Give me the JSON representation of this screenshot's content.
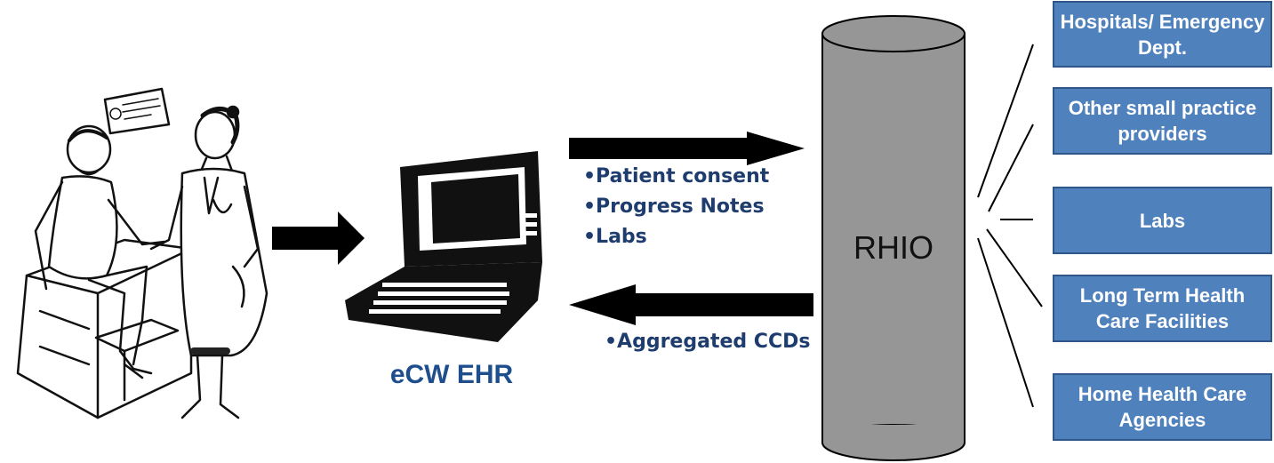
{
  "ehr": {
    "label": "eCW EHR"
  },
  "outbound": {
    "items": [
      "•Patient consent",
      "•Progress Notes",
      "•Labs"
    ]
  },
  "inbound": {
    "items": [
      "•Aggregated CCDs"
    ]
  },
  "rhio": {
    "label": "RHIO",
    "fill": "#969696"
  },
  "destinations": [
    {
      "label": "Hospitals/ Emergency Dept."
    },
    {
      "label": "Other small practice providers"
    },
    {
      "label": "Labs"
    },
    {
      "label": "Long Term Health Care Facilities"
    },
    {
      "label": "Home Health Care Agencies"
    }
  ],
  "colors": {
    "box_fill": "#4f81bd",
    "box_border": "#2f5688",
    "label_blue": "#1f4e8c",
    "arrow": "#000000"
  }
}
